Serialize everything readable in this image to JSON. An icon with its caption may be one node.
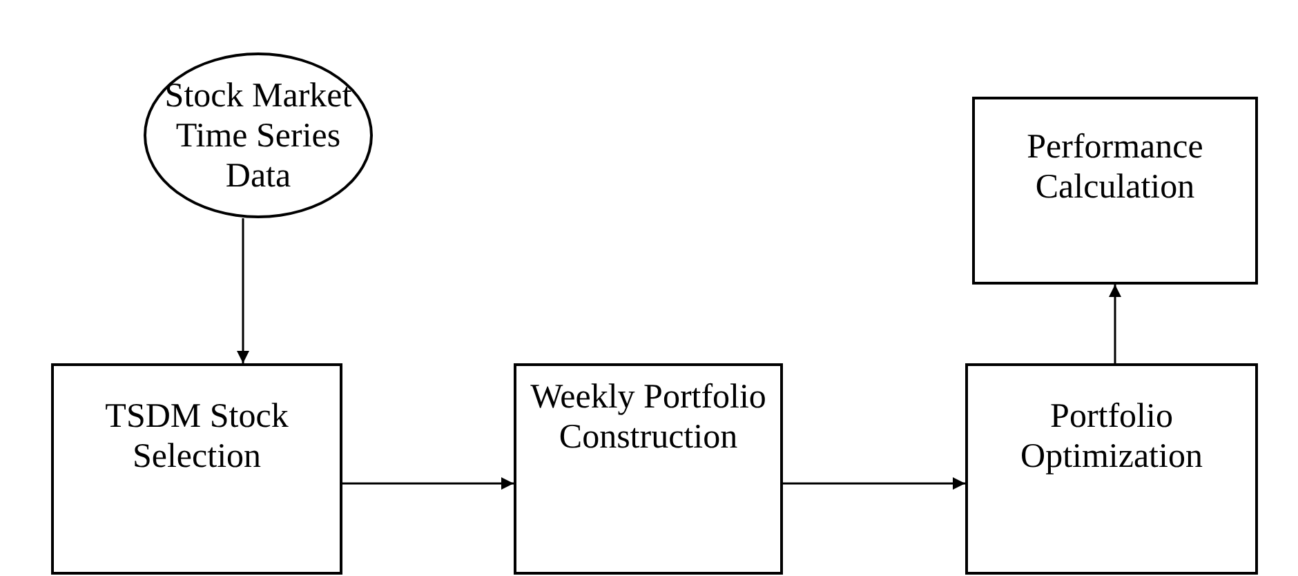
{
  "diagram": {
    "nodes": [
      {
        "text": [
          "Stock Market Time Series Data"
        ]
      },
      {
        "text": [
          "TSDM Stock Selection"
        ]
      },
      {
        "text": [
          "Weekly Portfolio Construction"
        ]
      },
      {
        "text": [
          "Portfolio Optimization"
        ]
      },
      {
        "text": [
          "Performance Calculation"
        ]
      }
    ],
    "edges": [
      {
        "from": 0,
        "to": 1,
        "arrow": "to"
      },
      {
        "from": 1,
        "to": 2,
        "arrow": "to"
      },
      {
        "from": 2,
        "to": 3,
        "arrow": "to"
      },
      {
        "from": 3,
        "to": 4,
        "arrow": "to"
      }
    ]
  }
}
